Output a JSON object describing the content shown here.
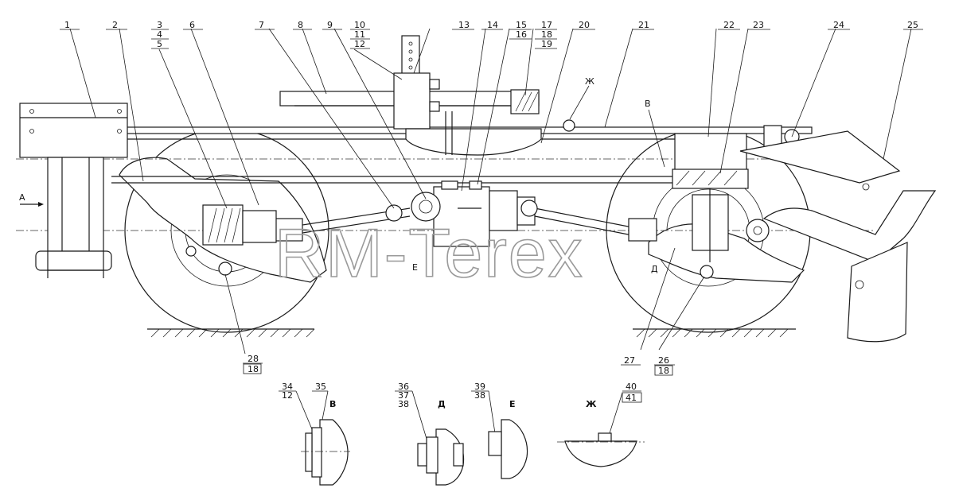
{
  "watermark": "RM-Terex",
  "callouts_top": [
    "1",
    "2",
    "3",
    "4",
    "5",
    "6",
    "7",
    "8",
    "9",
    "10",
    "11",
    "12",
    "13",
    "14",
    "15",
    "16",
    "17",
    "18",
    "19",
    "20",
    "21",
    "22",
    "23",
    "24",
    "25"
  ],
  "callouts_bottom": {
    "c28": "28",
    "c28b": "18",
    "c27": "27",
    "c26": "26",
    "c26b": "18"
  },
  "view_marks": {
    "a": "А",
    "v": "В",
    "zh": "Ж",
    "e": "Е",
    "d": "Д"
  },
  "details": {
    "v_view": {
      "title": "В",
      "p1": "34",
      "p2": "12",
      "p3": "35"
    },
    "d_view": {
      "title": "Д",
      "p1": "36",
      "p2": "37",
      "p3": "38"
    },
    "e_view": {
      "title": "Е",
      "p1": "39",
      "p2": "38"
    },
    "zh_view": {
      "title": "Ж",
      "p1": "40",
      "p2": "41"
    }
  }
}
